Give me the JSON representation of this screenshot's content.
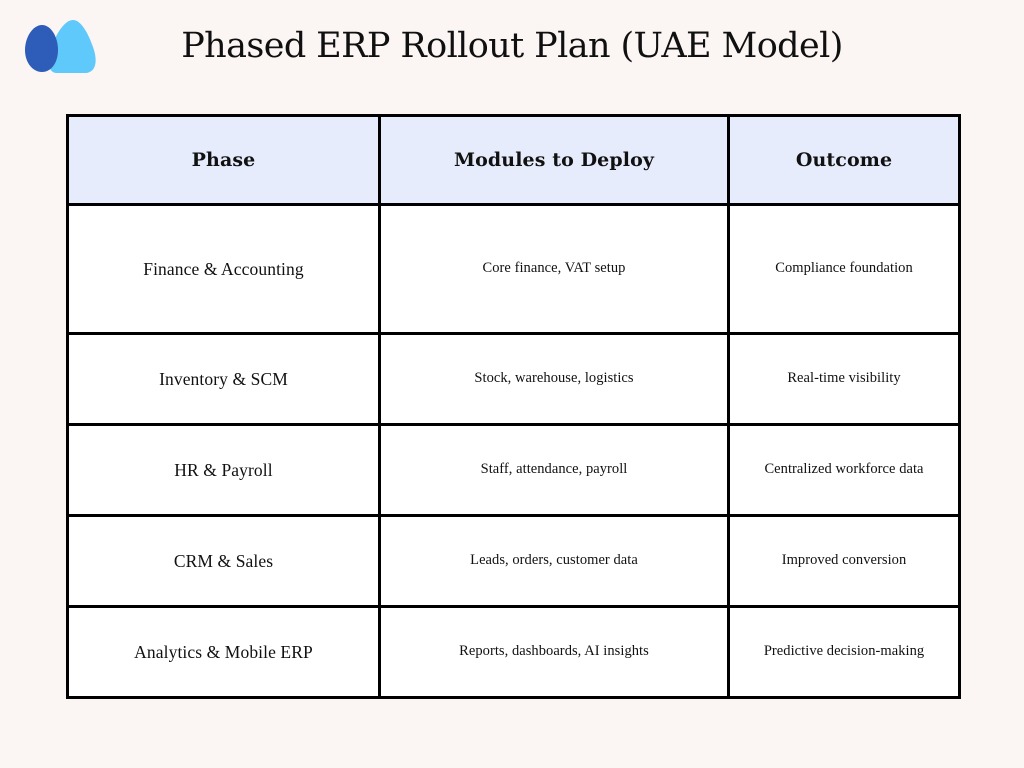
{
  "page": {
    "background_color": "#fbf6f4",
    "title": "Phased ERP Rollout Plan (UAE Model)"
  },
  "logo": {
    "name": "brand-logo",
    "dark_blue": "#2d5cb9",
    "light_blue": "#60c9fb"
  },
  "table": {
    "header_background": "#e7ecfc",
    "border_color": "#000000",
    "columns": [
      "Phase",
      "Modules to Deploy",
      "Outcome"
    ],
    "rows": [
      {
        "phase": "Finance & Accounting",
        "modules": "Core finance, VAT setup",
        "outcome": "Compliance foundation"
      },
      {
        "phase": "Inventory & SCM",
        "modules": "Stock, warehouse, logistics",
        "outcome": "Real-time visibility"
      },
      {
        "phase": "HR & Payroll",
        "modules": "Staff, attendance, payroll",
        "outcome": "Centralized workforce data"
      },
      {
        "phase": "CRM & Sales",
        "modules": "Leads, orders, customer data",
        "outcome": "Improved conversion"
      },
      {
        "phase": "Analytics & Mobile ERP",
        "modules": "Reports, dashboards, AI insights",
        "outcome": "Predictive decision-making"
      }
    ]
  }
}
